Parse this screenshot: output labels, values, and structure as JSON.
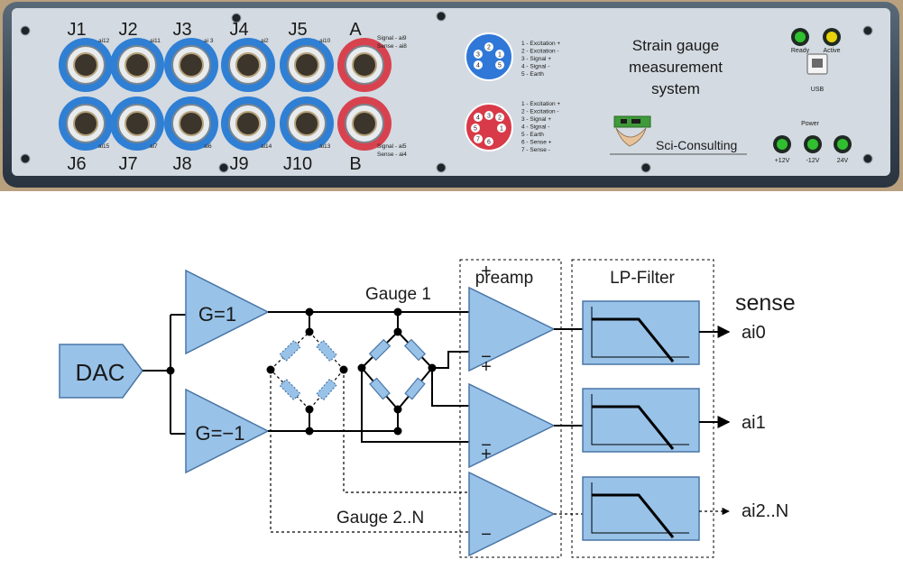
{
  "panel": {
    "connectors": [
      {
        "label": "J1",
        "sub": "ai12",
        "kind": "blue"
      },
      {
        "label": "J2",
        "sub": "ai11",
        "kind": "blue"
      },
      {
        "label": "J3",
        "sub": "ai 3",
        "kind": "blue"
      },
      {
        "label": "J4",
        "sub": "ai2",
        "kind": "blue"
      },
      {
        "label": "J5",
        "sub": "ai10",
        "kind": "blue"
      },
      {
        "label": "A",
        "sub": "",
        "kind": "red"
      },
      {
        "label": "J6",
        "sub": "ai15",
        "kind": "blue"
      },
      {
        "label": "J7",
        "sub": "ai7",
        "kind": "blue"
      },
      {
        "label": "J8",
        "sub": "ai6",
        "kind": "blue"
      },
      {
        "label": "J9",
        "sub": "ai14",
        "kind": "blue"
      },
      {
        "label": "J10",
        "sub": "ai13",
        "kind": "blue"
      },
      {
        "label": "B",
        "sub": "",
        "kind": "red"
      }
    ],
    "a_notes": [
      "Signal - ai9",
      "Sense - ai8"
    ],
    "b_notes": [
      "Signal - ai5",
      "Sense - ai4"
    ],
    "pin5_legend": [
      "1 - Excitation +",
      "2 - Excitation -",
      "3 - Signal +",
      "4 - Signal -",
      "5 - Earth"
    ],
    "pin7_legend": [
      "1 - Excitation +",
      "2 - Excitation -",
      "3 - Signal +",
      "4 - Signal -",
      "5 - Earth",
      "6 - Sense +",
      "7 - Sense -"
    ],
    "pin5_numbers": [
      "2",
      "3",
      "1",
      "4",
      "5"
    ],
    "pin7_numbers": [
      "4",
      "3",
      "2",
      "5",
      "1",
      "7",
      "6"
    ],
    "title_lines": [
      "Strain gauge",
      "measurement",
      "system"
    ],
    "brand": "Sci-Consulting",
    "leds_top": [
      {
        "label": "Ready",
        "color": "#2fbf2f"
      },
      {
        "label": "Active",
        "color": "#e8d40c"
      }
    ],
    "usb_label": "USB",
    "power_label": "Power",
    "leds_power": [
      {
        "label": "+12V",
        "color": "#2fbf2f"
      },
      {
        "label": "-12V",
        "color": "#2fbf2f"
      },
      {
        "label": "24V",
        "color": "#2fbf2f"
      }
    ]
  },
  "diagram": {
    "dac": "DAC",
    "amp_top": "G=1",
    "amp_bottom": "G=−1",
    "gauge1": "Gauge 1",
    "gauge2": "Gauge 2..N",
    "preamp": "preamp",
    "lpfilter": "LP-Filter",
    "sense": "sense",
    "preamp_signs": [
      "+",
      "−"
    ],
    "outputs": [
      "ai0",
      "ai1",
      "ai2..N"
    ]
  }
}
